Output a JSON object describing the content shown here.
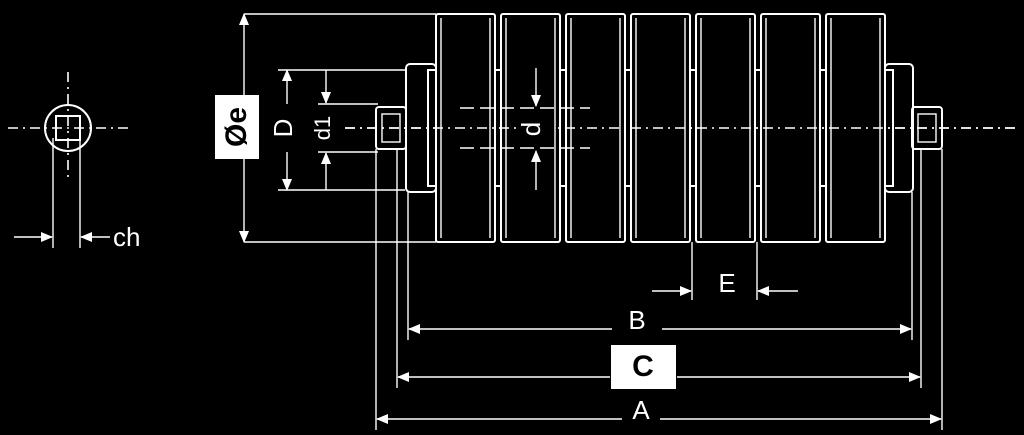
{
  "dimensions": {
    "A": "A",
    "B": "B",
    "C": "C",
    "D": "D",
    "E": "E",
    "d": "d",
    "d1": "d1",
    "diameter_e": "Øe",
    "ch": "ch"
  },
  "roller_discs": 7
}
